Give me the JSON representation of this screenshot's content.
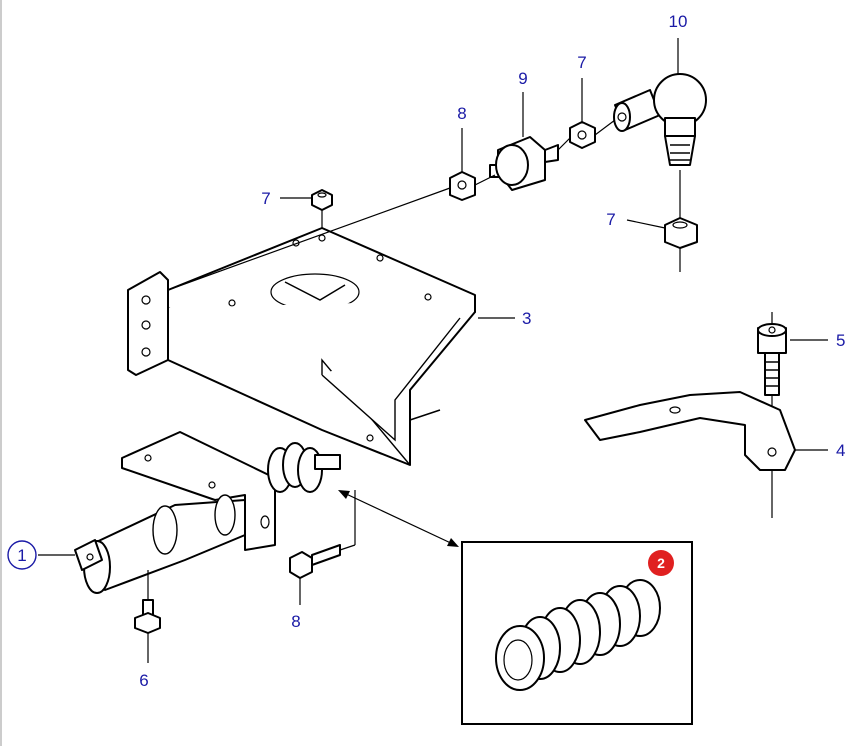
{
  "callouts": {
    "c1": "1",
    "c2": "2",
    "c3": "3",
    "c4": "4",
    "c5": "5",
    "c6": "6",
    "c7a": "7",
    "c7b": "7",
    "c7c": "7",
    "c8a": "8",
    "c8b": "8",
    "c9": "9",
    "c10": "10"
  },
  "colors": {
    "callout_text": "#1a1aa6",
    "highlight_badge": "#e02020"
  }
}
